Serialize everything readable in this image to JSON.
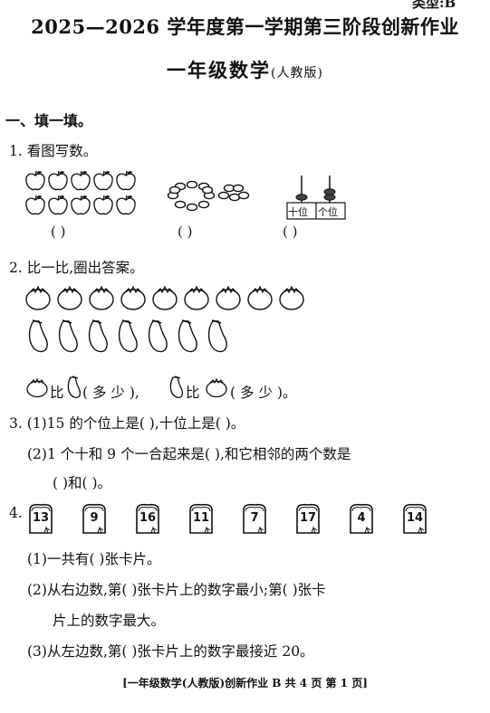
{
  "header": {
    "corner": "类型:B",
    "title": "2025—2026 学年度第一学期第三阶段创新作业",
    "subtitle_main": "一年级数学",
    "subtitle_edition": "(人教版)"
  },
  "section1": {
    "heading": "一、填一填。"
  },
  "q1": {
    "label": "1. 看图写数。",
    "parens": [
      "(        )",
      "(        )",
      "(        )"
    ],
    "abacus_tens": "十位",
    "abacus_ones": "个位",
    "abacus_tens_beads": 1,
    "abacus_ones_beads": 2
  },
  "q2": {
    "label": "2. 比一比,圈出答案。",
    "tomato_count": 9,
    "eggplant_count": 7,
    "compare_left": "比",
    "compare_mid": "( 多   少 ),",
    "compare_right": "比",
    "compare_end": "( 多   少 )。"
  },
  "q3": {
    "line1": "3. (1)15 的个位上是(          ),十位上是(          )。",
    "line2": "(2)1 个十和 9 个一合起来是(          ),和它相邻的两个数是",
    "line3": "(          )和(          )。"
  },
  "q4": {
    "label": "4.",
    "cards": [
      "13",
      "9",
      "16",
      "11",
      "7",
      "17",
      "4",
      "14"
    ],
    "sub1": "(1)一共有(          )张卡片。",
    "sub2a": "(2)从右边数,第(          )张卡片上的数字最小;第(          )张卡",
    "sub2b": "片上的数字最大。",
    "sub3": "(3)从左边数,第(          )张卡片上的数字最接近 20。"
  },
  "footer": "[一年级数学(人教版)创新作业 B   共 4 页    第 1 页]"
}
